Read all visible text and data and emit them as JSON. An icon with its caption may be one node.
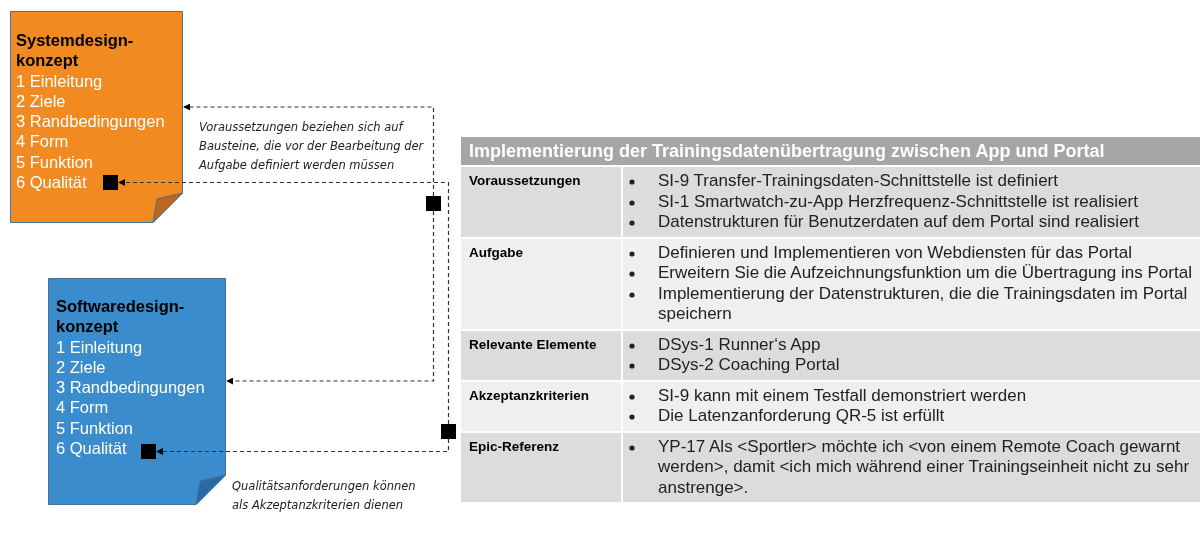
{
  "diagram": {
    "nodes": [
      {
        "text": [
          "Systemdesign-konzept",
          "1 Einleitung",
          "2 Ziele",
          "3 Randbedingungen",
          "4 Form",
          "5 Funktion",
          "6 Qualität"
        ]
      },
      {
        "text": [],
        "shape": "box",
        "in": 0
      },
      {
        "text": [
          "Softwaredesign-konzept",
          "1 Einleitung",
          "2 Ziele",
          "3 Randbedingungen",
          "4 Form",
          "5 Funktion",
          "6 Qualität"
        ]
      },
      {
        "text": [],
        "shape": "box",
        "in": 2
      },
      {
        "text": [],
        "shape": "box"
      },
      {
        "text": [],
        "shape": "box"
      }
    ],
    "edges": [
      {
        "from": 4,
        "to": 0,
        "arrow": "to",
        "style": "dashed"
      },
      {
        "from": 4,
        "to": 2,
        "arrow": "to",
        "style": "dashed"
      },
      {
        "from": 5,
        "to": 1,
        "arrow": "to",
        "style": "dashed"
      },
      {
        "from": 5,
        "to": 3,
        "arrow": "to",
        "style": "dashed"
      }
    ],
    "labels": [
      "Voraussetzungen beziehen sich auf Bausteine, die vor der Bearbeitung der Aufgabe definiert werden müssen",
      "Implementierung der Trainingsdatenübertragung zwischen App und Portal",
      "Voraussetzungen",
      "SI-9 Transfer-Trainingsdaten-Schnittstelle ist definiert",
      "SI-1 Smartwatch-zu-App Herzfrequenz-Schnittstelle ist realisiert",
      "Datenstrukturen für Benutzerdaten auf dem Portal sind realisiert",
      "Aufgabe",
      "Definieren und Implementieren von Webdiensten für das Portal",
      "Erweitern Sie die Aufzeichnungsfunktion um die Übertragung ins Portal",
      "Implementierung der Datenstrukturen, die die Trainingsdaten im Portal speichern",
      "Relevante Elemente",
      "DSys-1 Runner‘s App",
      "DSys-2 Coaching Portal",
      "Akzeptanzkriterien",
      "SI-9 kann mit einem Testfall demonstriert werden",
      "Die Latenzanforderung QR-5 ist erfüllt",
      "Epic-Referenz",
      "YP-17 Als <Sportler> möchte ich <von einem Remote Coach gewarnt werden>, damit <ich mich während einer Trainingseinheit nicht zu sehr anstrenge>.",
      "Qualitätsanforderungen können als Akzeptanzkriterien dienen"
    ]
  }
}
